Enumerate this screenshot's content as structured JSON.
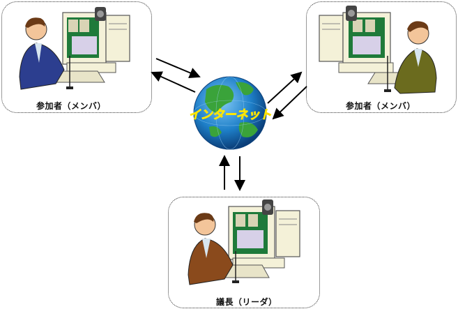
{
  "participant_left": {
    "label": "参加者（メンバ）",
    "suit_color": "#2c3e8f"
  },
  "participant_right": {
    "label": "参加者（メンバ）",
    "suit_color": "#6b6b1e"
  },
  "leader": {
    "label": "議長（リーダ）",
    "suit_color": "#8a4a1c"
  },
  "internet": {
    "label": "インターネット",
    "globe_color": "#1e7fc8",
    "land_color": "#3aa33a",
    "text_color": "#e21b1b"
  },
  "icons": [
    "person-at-computer-icon",
    "webcam-icon",
    "globe-icon",
    "arrow-icon"
  ]
}
